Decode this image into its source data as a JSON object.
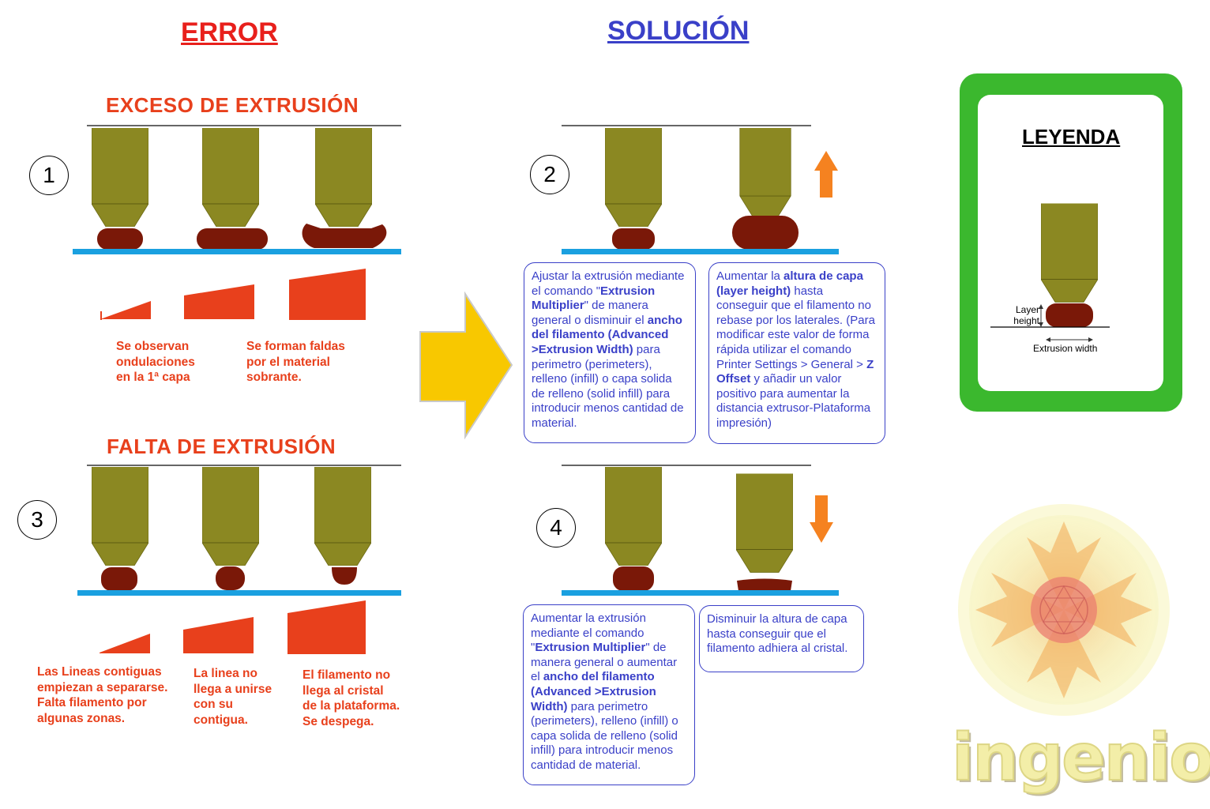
{
  "headings": {
    "error": "ERROR",
    "solution": "SOLUCIÓN"
  },
  "sections": {
    "exceso": "EXCESO DE EXTRUSIÓN",
    "falta": "FALTA DE EXTRUSIÓN"
  },
  "numbers": [
    "1",
    "2",
    "3",
    "4"
  ],
  "captions": {
    "ondulaciones": "Se observan\nondulaciones\nen la 1ª capa",
    "faldas": "Se forman faldas\npor el material\nsobrante.",
    "separarse": "Las Lineas contiguas\nempiezan a separarse.\nFalta filamento por\nalgunas zonas.",
    "no_unirse": "La linea no\nllega a unirse\ncon su\ncontigua.",
    "no_llega": "El filamento no\nllega al cristal\nde la plataforma.\nSe despega."
  },
  "solutions": {
    "box2a": [
      {
        "t": "Ajustar la extrusión mediante el comando \""
      },
      {
        "t": "Extrusion Multiplier",
        "b": true
      },
      {
        "t": "\" de manera general o disminuir el "
      },
      {
        "t": "ancho del filamento (Advanced >Extrusion Width)",
        "b": true
      },
      {
        "t": " para perimetro (perimeters), relleno (infill) o capa solida de relleno (solid infill) para introducir menos cantidad de material."
      }
    ],
    "box2b": [
      {
        "t": "Aumentar la "
      },
      {
        "t": "altura de capa (layer height)",
        "b": true
      },
      {
        "t": " hasta conseguir que el filamento no rebase por los laterales. (Para modificar este valor de forma rápida utilizar el comando Printer Settings > General > "
      },
      {
        "t": "Z Offset",
        "b": true
      },
      {
        "t": " y añadir un valor positivo para aumentar la distancia extrusor-Plataforma impresión)"
      }
    ],
    "box4a": [
      {
        "t": "Aumentar  la extrusión mediante el comando \""
      },
      {
        "t": "Extrusion Multiplier",
        "b": true
      },
      {
        "t": "\" de manera general o aumentar el "
      },
      {
        "t": "ancho del filamento (Advanced >Extrusion Width)",
        "b": true
      },
      {
        "t": " para perimetro (perimeters), relleno (infill) o capa solida de relleno (solid infill) para introducir menos cantidad de material."
      }
    ],
    "box4b": [
      {
        "t": "Disminuir la altura de capa hasta conseguir que el filamento adhiera al cristal."
      }
    ]
  },
  "legend": {
    "title": "LEYENDA",
    "layer_height": "Layer height",
    "extrusion_width": "Extrusion width"
  },
  "logo_text": "ingenio",
  "colors": {
    "error": "#e8201c",
    "solution": "#3a40c8",
    "section_title": "#e8401c",
    "nozzle": "#8b8822",
    "filament": "#7a1808",
    "platform": "#1aa0e0",
    "arrow_up_down": "#f58220",
    "big_arrow": "#f8c800",
    "legend_border": "#3bb82e"
  }
}
